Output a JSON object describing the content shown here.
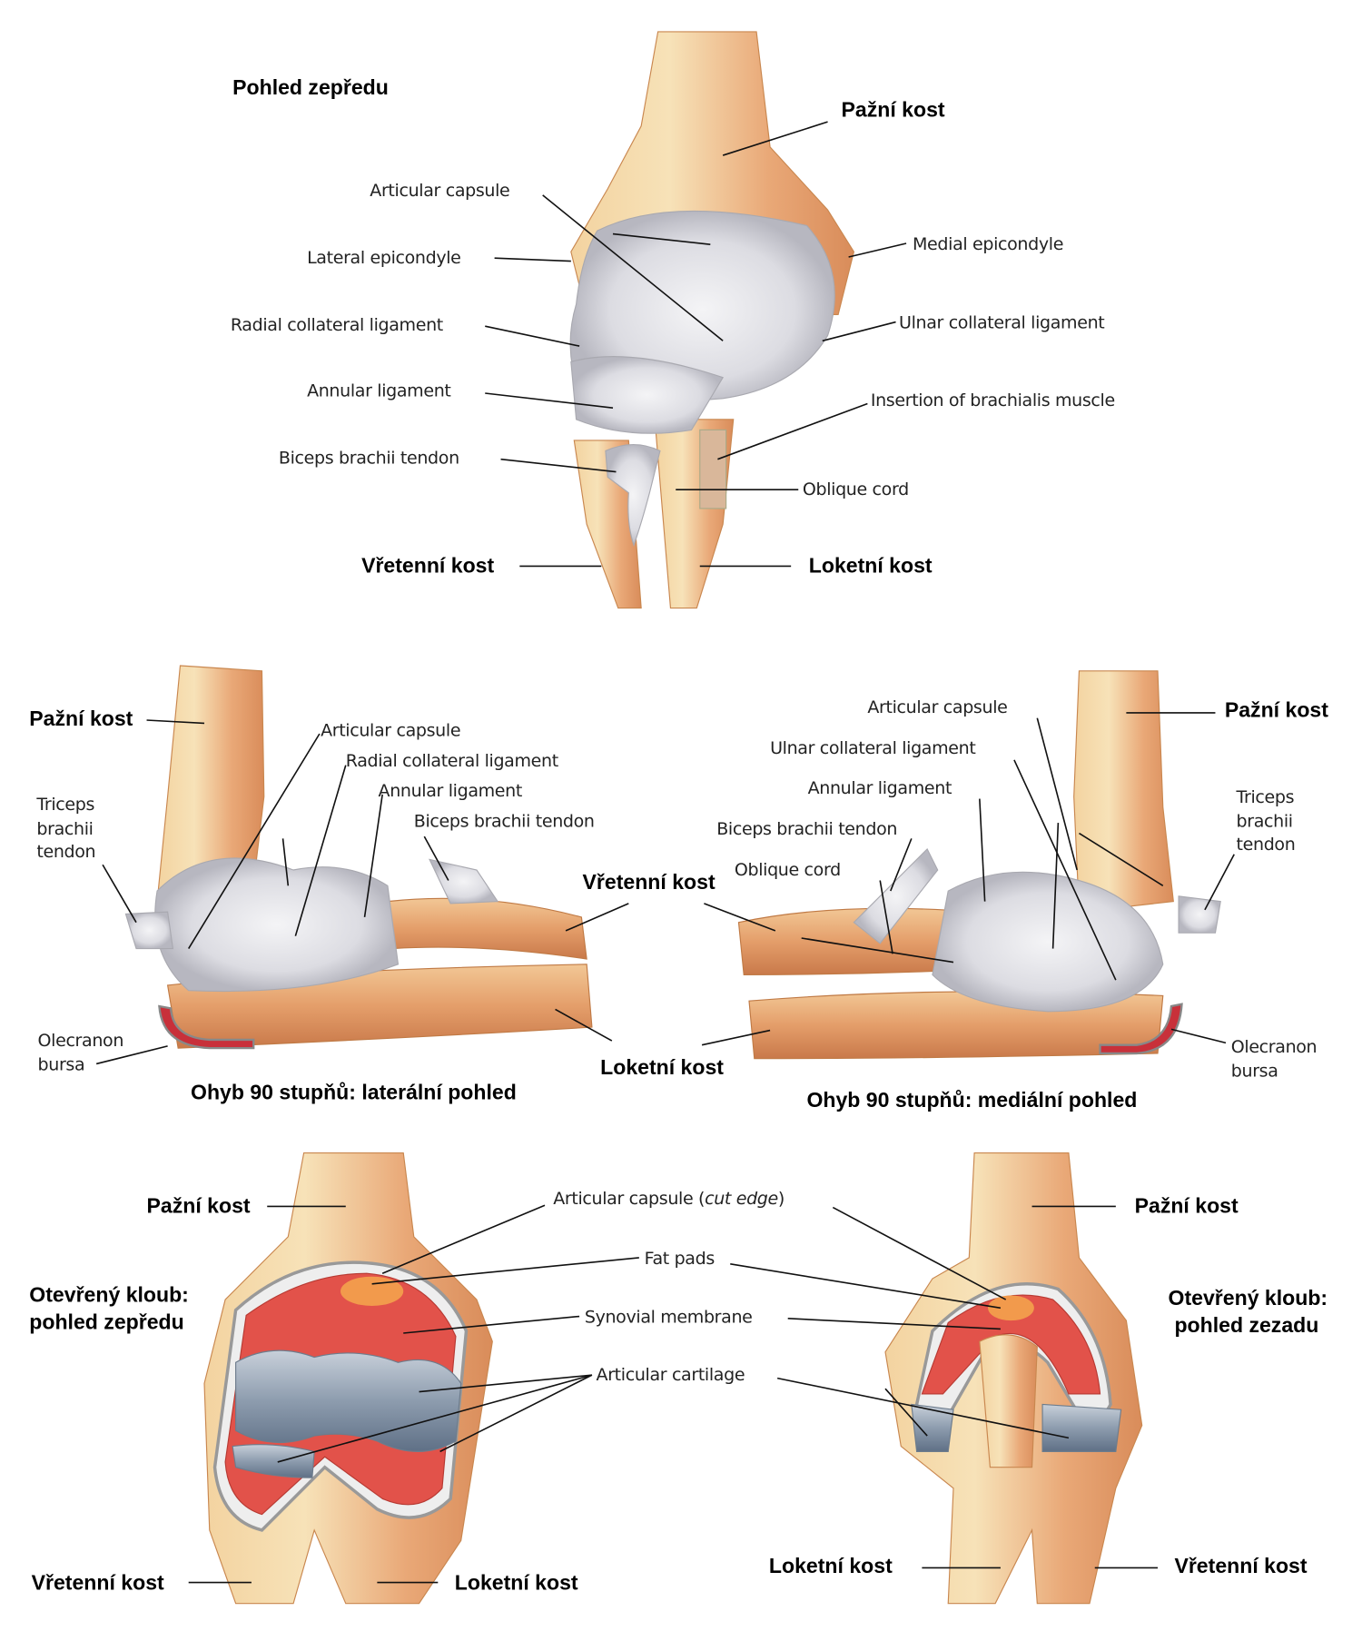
{
  "front_view": {
    "title": "Pohled zepředu",
    "labels": {
      "humerus": "Pažní kost",
      "articular_capsule": "Articular capsule",
      "lateral_epicondyle": "Lateral epicondyle",
      "radial_collateral_ligament": "Radial collateral ligament",
      "annular_ligament": "Annular ligament",
      "biceps_brachii_tendon": "Biceps brachii tendon",
      "medial_epicondyle": "Medial epicondyle",
      "ulnar_collateral_ligament": "Ulnar collateral ligament",
      "insertion_brachialis": "Insertion of brachialis muscle",
      "oblique_cord": "Oblique cord",
      "radius": "Vřetenní kost",
      "ulna": "Loketní kost"
    }
  },
  "lateral_view": {
    "caption": "Ohyb 90 stupňů: laterální pohled",
    "labels": {
      "humerus": "Pažní kost",
      "articular_capsule": "Articular capsule",
      "radial_collateral_ligament": "Radial collateral ligament",
      "annular_ligament": "Annular ligament",
      "biceps_brachii_tendon": "Biceps brachii tendon",
      "triceps_line1": "Triceps",
      "triceps_line2": "brachii",
      "triceps_line3": "tendon",
      "radius": "Vřetenní kost",
      "olecranon_line1": "Olecranon",
      "olecranon_line2": "bursa",
      "ulna": "Loketní kost"
    }
  },
  "medial_view": {
    "caption": "Ohyb 90 stupňů: mediální pohled",
    "labels": {
      "articular_capsule": "Articular capsule",
      "humerus": "Pažní kost",
      "ulnar_collateral_ligament": "Ulnar collateral ligament",
      "annular_ligament": "Annular ligament",
      "biceps_brachii_tendon": "Biceps brachii tendon",
      "oblique_cord": "Oblique cord",
      "triceps_line1": "Triceps",
      "triceps_line2": "brachii",
      "triceps_line3": "tendon",
      "olecranon_line1": "Olecranon",
      "olecranon_line2": "bursa"
    }
  },
  "open_joint": {
    "labels": {
      "capsule_prefix": "Articular capsule (",
      "capsule_italic": "cut edge",
      "capsule_suffix": ")",
      "fat_pads": "Fat pads",
      "synovial_membrane": "Synovial membrane",
      "articular_cartilage": "Articular cartilage"
    },
    "anterior": {
      "title_line1": "Otevřený kloub:",
      "title_line2": "pohled zepředu",
      "humerus": "Pažní kost",
      "radius": "Vřetenní kost",
      "ulna": "Loketní kost"
    },
    "posterior": {
      "title_line1": "Otevřený kloub:",
      "title_line2": "pohled zezadu",
      "humerus": "Pažní kost",
      "ulna": "Loketní kost",
      "radius": "Vřetenní kost"
    }
  }
}
